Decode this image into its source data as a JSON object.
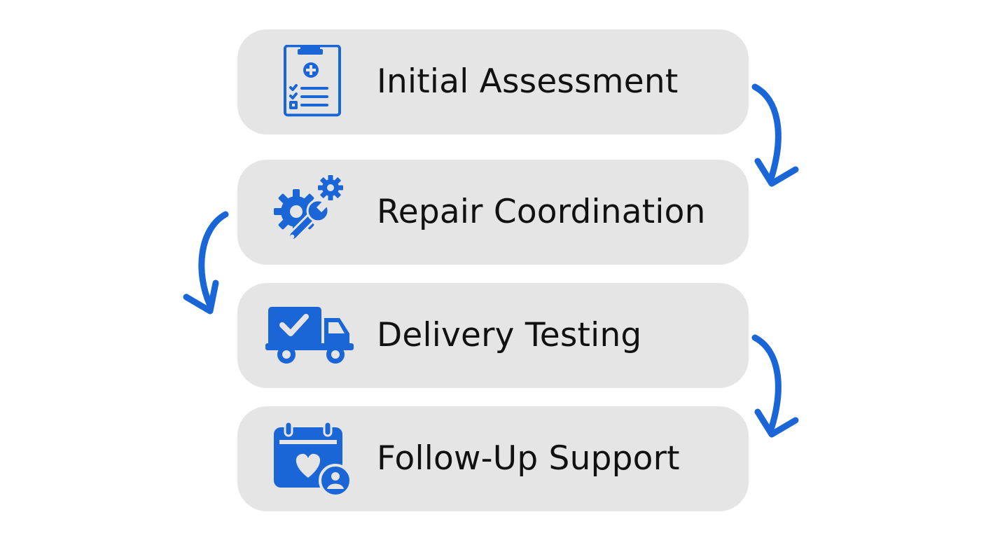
{
  "colors": {
    "background": "#ffffff",
    "card": "#e5e5e5",
    "accent": "#1a66d6",
    "text": "#111111"
  },
  "steps": [
    {
      "label": "Initial Assessment",
      "icon": "clipboard-checklist-icon"
    },
    {
      "label": "Repair Coordination",
      "icon": "gears-wrench-icon"
    },
    {
      "label": "Delivery Testing",
      "icon": "delivery-truck-check-icon"
    },
    {
      "label": "Follow-Up Support",
      "icon": "calendar-heart-user-icon"
    }
  ],
  "arrows": [
    {
      "from": "Initial Assessment",
      "to": "Repair Coordination",
      "side": "right"
    },
    {
      "from": "Repair Coordination",
      "to": "Delivery Testing",
      "side": "left"
    },
    {
      "from": "Delivery Testing",
      "to": "Follow-Up Support",
      "side": "right"
    }
  ]
}
